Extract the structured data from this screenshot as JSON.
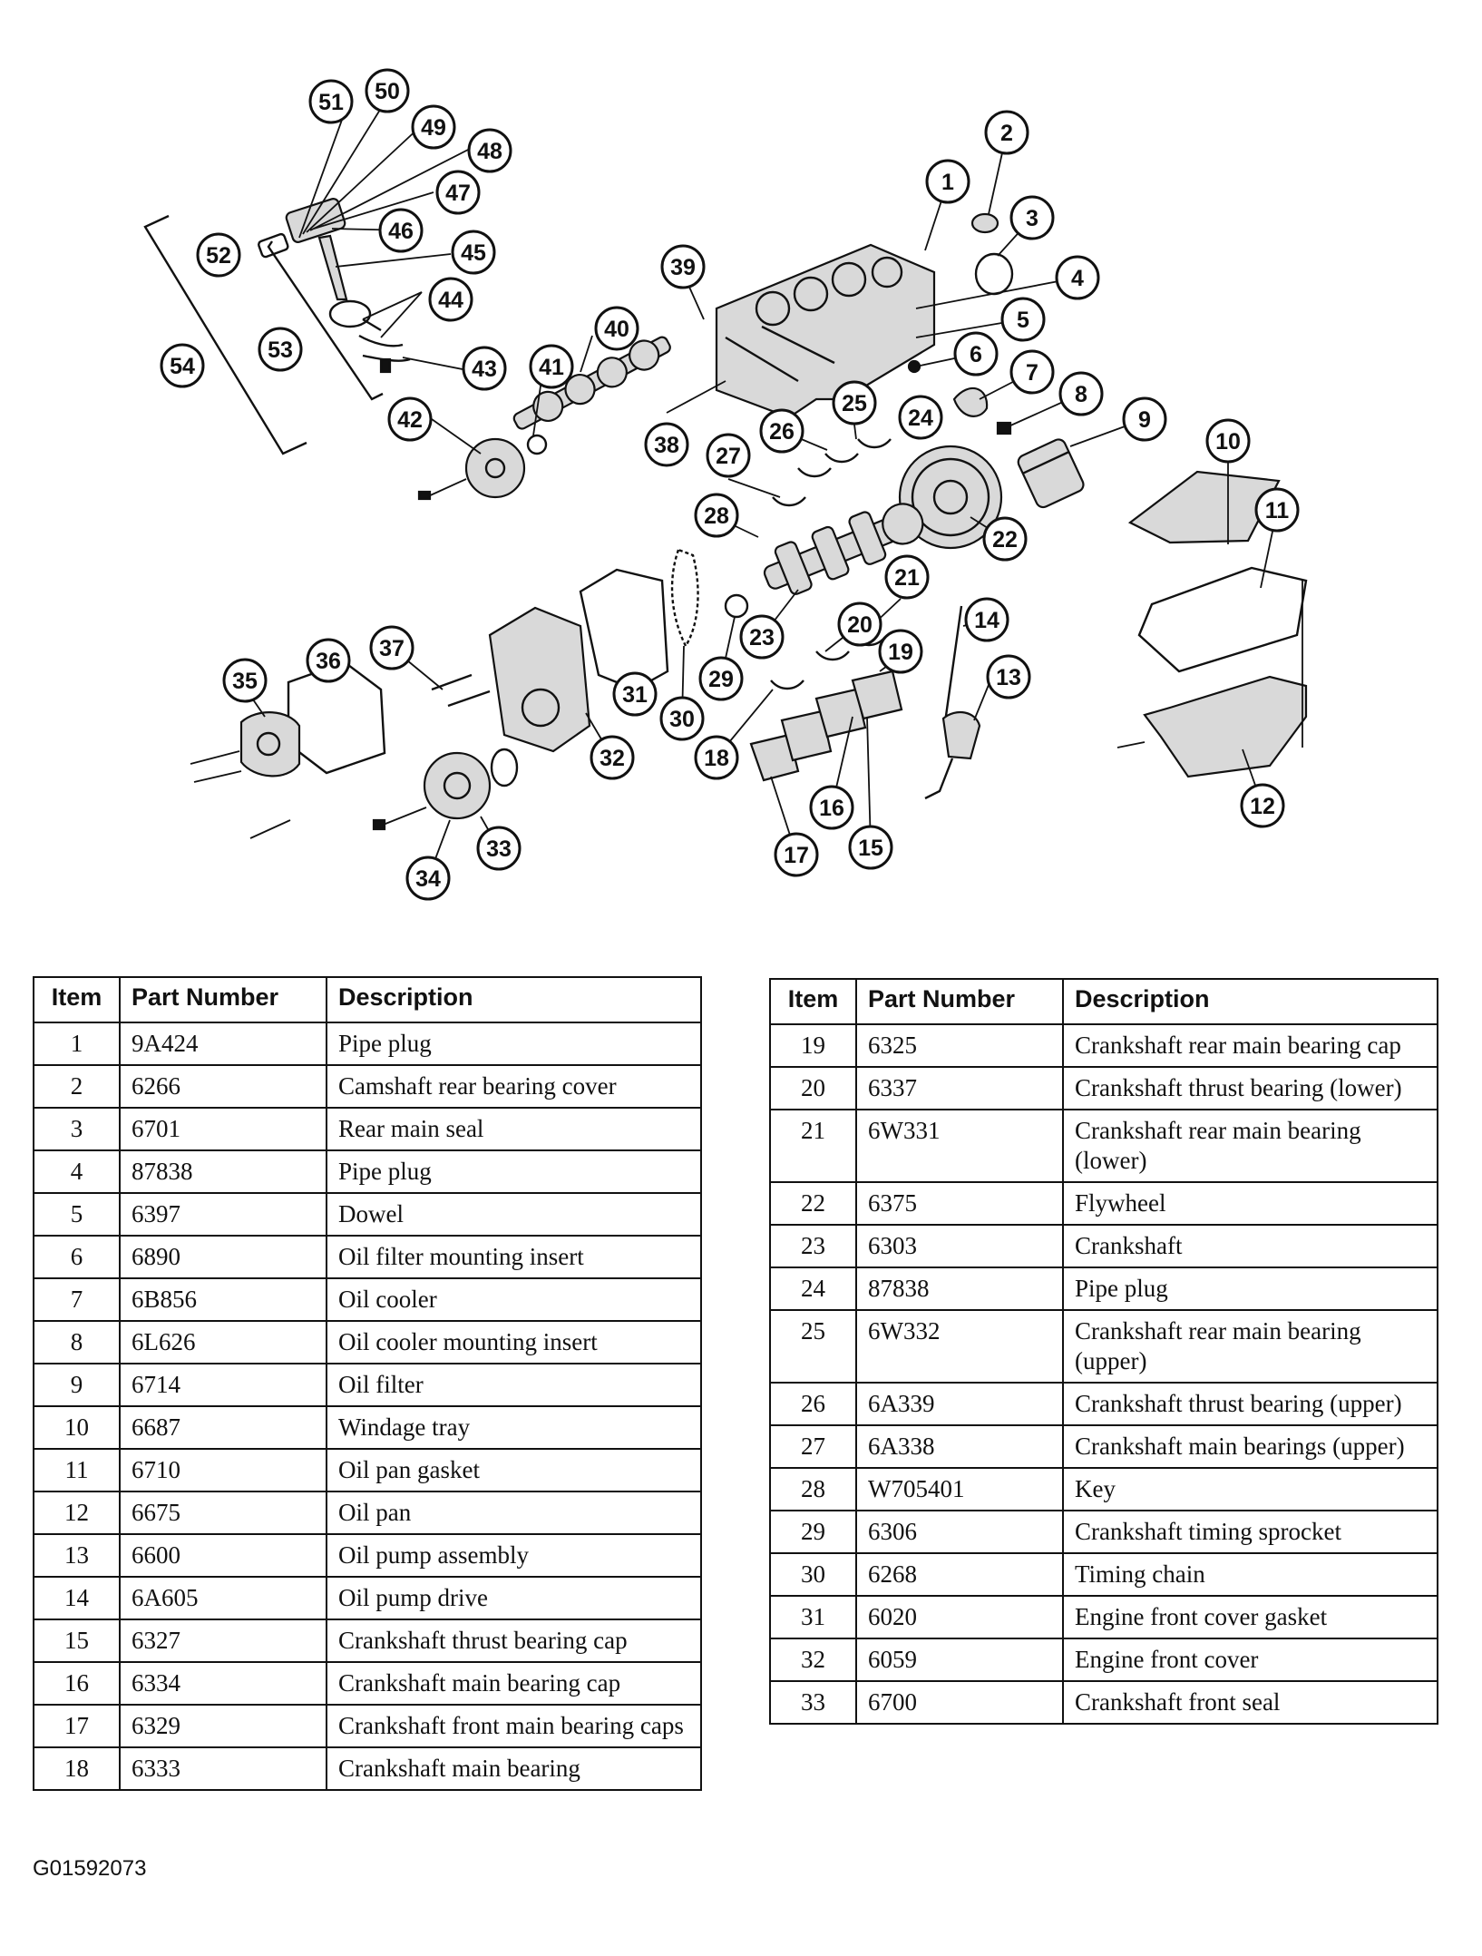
{
  "figure_id": "G01592073",
  "callouts": [
    "1",
    "2",
    "3",
    "4",
    "5",
    "6",
    "7",
    "8",
    "9",
    "10",
    "11",
    "12",
    "13",
    "14",
    "15",
    "16",
    "17",
    "18",
    "19",
    "20",
    "21",
    "22",
    "23",
    "24",
    "25",
    "26",
    "27",
    "28",
    "29",
    "30",
    "31",
    "32",
    "33",
    "34",
    "35",
    "36",
    "37",
    "38",
    "39",
    "40",
    "41",
    "42",
    "43",
    "44",
    "45",
    "46",
    "47",
    "48",
    "49",
    "50",
    "51",
    "52",
    "53",
    "54"
  ],
  "table_headers": {
    "item": "Item",
    "part_number": "Part Number",
    "description": "Description"
  },
  "parts_left": [
    {
      "item": "1",
      "part": "9A424",
      "desc": "Pipe plug"
    },
    {
      "item": "2",
      "part": "6266",
      "desc": "Camshaft rear bearing cover"
    },
    {
      "item": "3",
      "part": "6701",
      "desc": "Rear main seal"
    },
    {
      "item": "4",
      "part": "87838",
      "desc": "Pipe plug"
    },
    {
      "item": "5",
      "part": "6397",
      "desc": "Dowel"
    },
    {
      "item": "6",
      "part": "6890",
      "desc": "Oil filter mounting insert"
    },
    {
      "item": "7",
      "part": "6B856",
      "desc": "Oil cooler"
    },
    {
      "item": "8",
      "part": "6L626",
      "desc": "Oil cooler mounting insert"
    },
    {
      "item": "9",
      "part": "6714",
      "desc": "Oil filter"
    },
    {
      "item": "10",
      "part": "6687",
      "desc": "Windage tray"
    },
    {
      "item": "11",
      "part": "6710",
      "desc": "Oil pan gasket"
    },
    {
      "item": "12",
      "part": "6675",
      "desc": "Oil pan"
    },
    {
      "item": "13",
      "part": "6600",
      "desc": "Oil pump assembly"
    },
    {
      "item": "14",
      "part": "6A605",
      "desc": "Oil pump drive"
    },
    {
      "item": "15",
      "part": "6327",
      "desc": "Crankshaft thrust bearing cap"
    },
    {
      "item": "16",
      "part": "6334",
      "desc": "Crankshaft main bearing cap"
    },
    {
      "item": "17",
      "part": "6329",
      "desc": "Crankshaft front main bearing caps"
    },
    {
      "item": "18",
      "part": "6333",
      "desc": "Crankshaft main bearing"
    }
  ],
  "parts_right": [
    {
      "item": "19",
      "part": "6325",
      "desc": "Crankshaft rear main bearing cap"
    },
    {
      "item": "20",
      "part": "6337",
      "desc": "Crankshaft thrust bearing (lower)"
    },
    {
      "item": "21",
      "part": "6W331",
      "desc": "Crankshaft rear main bearing (lower)"
    },
    {
      "item": "22",
      "part": "6375",
      "desc": "Flywheel"
    },
    {
      "item": "23",
      "part": "6303",
      "desc": "Crankshaft"
    },
    {
      "item": "24",
      "part": "87838",
      "desc": "Pipe plug"
    },
    {
      "item": "25",
      "part": "6W332",
      "desc": "Crankshaft rear main bearing (upper)"
    },
    {
      "item": "26",
      "part": "6A339",
      "desc": "Crankshaft thrust bearing (upper)"
    },
    {
      "item": "27",
      "part": "6A338",
      "desc": "Crankshaft main bearings (upper)"
    },
    {
      "item": "28",
      "part": "W705401",
      "desc": "Key"
    },
    {
      "item": "29",
      "part": "6306",
      "desc": "Crankshaft timing sprocket"
    },
    {
      "item": "30",
      "part": "6268",
      "desc": "Timing chain"
    },
    {
      "item": "31",
      "part": "6020",
      "desc": "Engine front cover gasket"
    },
    {
      "item": "32",
      "part": "6059",
      "desc": "Engine front cover"
    },
    {
      "item": "33",
      "part": "6700",
      "desc": "Crankshaft front seal"
    }
  ]
}
